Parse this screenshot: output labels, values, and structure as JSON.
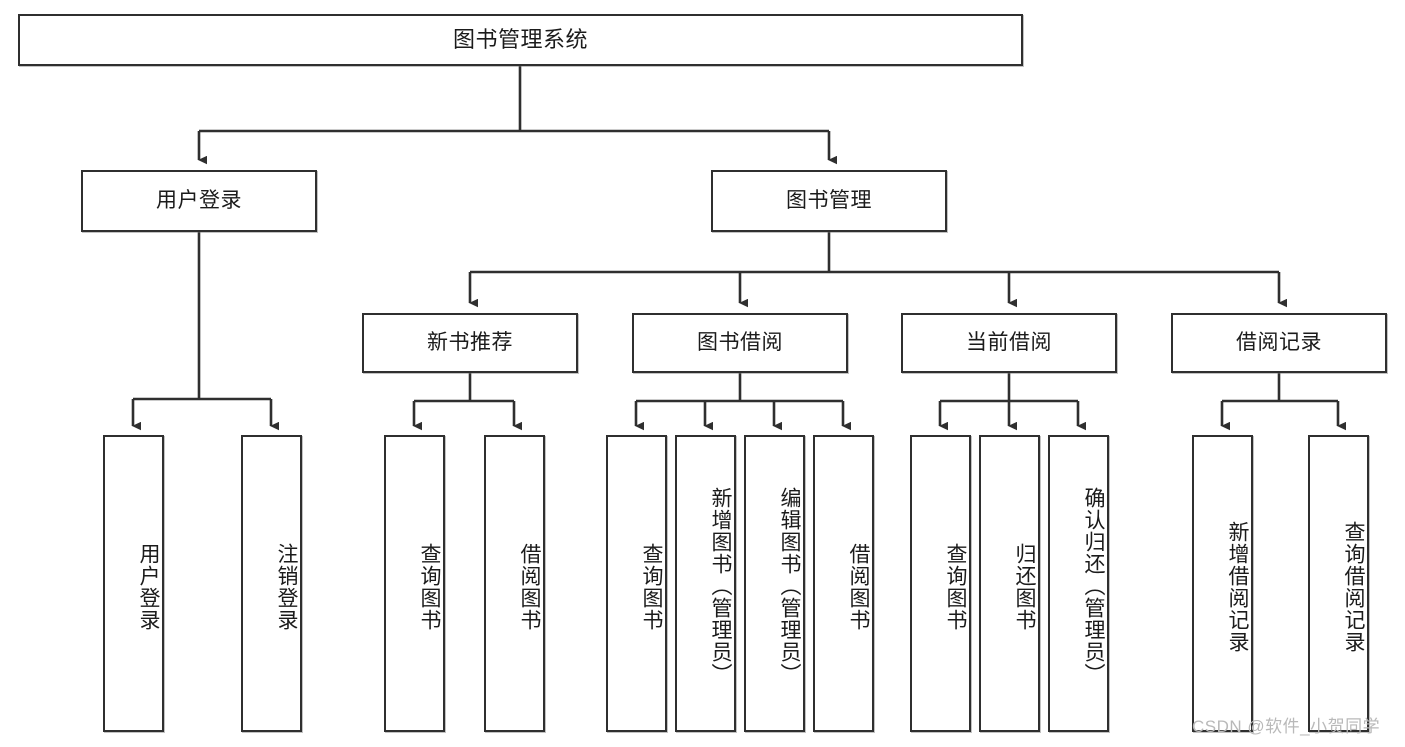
{
  "diagram": {
    "type": "tree-hierarchy-chart",
    "title": "图书管理系统",
    "root": {
      "label": "图书管理系统"
    },
    "level1": [
      {
        "id": "user-login",
        "label": "用户登录"
      },
      {
        "id": "book-management",
        "label": "图书管理"
      }
    ],
    "level2": [
      {
        "id": "new-book-recommend",
        "label": "新书推荐",
        "parent": "book-management"
      },
      {
        "id": "book-borrow",
        "label": "图书借阅",
        "parent": "book-management"
      },
      {
        "id": "current-borrow",
        "label": "当前借阅",
        "parent": "book-management"
      },
      {
        "id": "borrow-record",
        "label": "借阅记录",
        "parent": "book-management"
      }
    ],
    "leaves": [
      {
        "id": "leaf-user-login",
        "label": "用户登录",
        "parent": "user-login"
      },
      {
        "id": "leaf-logout",
        "label": "注销登录",
        "parent": "user-login"
      },
      {
        "id": "leaf-query-book-1",
        "label": "查询图书",
        "parent": "new-book-recommend"
      },
      {
        "id": "leaf-borrow-book-1",
        "label": "借阅图书",
        "parent": "new-book-recommend"
      },
      {
        "id": "leaf-query-book-2",
        "label": "查询图书",
        "parent": "book-borrow"
      },
      {
        "id": "leaf-add-book",
        "label": "新增图书（管理员）",
        "parent": "book-borrow"
      },
      {
        "id": "leaf-edit-book",
        "label": "编辑图书（管理员）",
        "parent": "book-borrow"
      },
      {
        "id": "leaf-borrow-book-2",
        "label": "借阅图书",
        "parent": "book-borrow"
      },
      {
        "id": "leaf-query-book-3",
        "label": "查询图书",
        "parent": "current-borrow"
      },
      {
        "id": "leaf-return-book",
        "label": "归还图书",
        "parent": "current-borrow"
      },
      {
        "id": "leaf-confirm-return",
        "label": "确认归还（管理员）",
        "parent": "current-borrow"
      },
      {
        "id": "leaf-add-record",
        "label": "新增借阅记录",
        "parent": "borrow-record"
      },
      {
        "id": "leaf-query-record",
        "label": "查询借阅记录",
        "parent": "borrow-record"
      }
    ],
    "watermark": "CSDN @软件_小贺同学",
    "colors": {
      "stroke": "#2f2f2f",
      "fill": "#ffffff",
      "text": "#1b1b1b",
      "watermark": "#b9b9b9"
    }
  }
}
